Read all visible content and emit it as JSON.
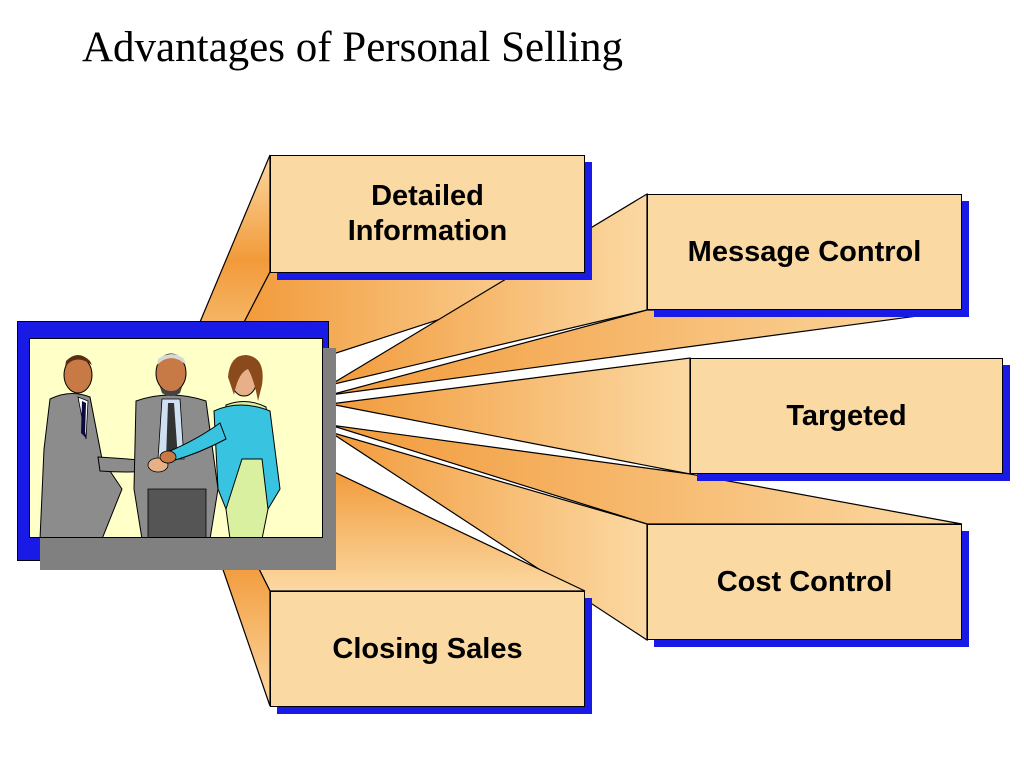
{
  "slide": {
    "title": "Advantages of Personal Selling"
  },
  "advantages": [
    {
      "id": "detailed-information",
      "label": "Detailed\nInformation"
    },
    {
      "id": "message-control",
      "label": "Message Control"
    },
    {
      "id": "targeted",
      "label": "Targeted"
    },
    {
      "id": "cost-control",
      "label": "Cost Control"
    },
    {
      "id": "closing-sales",
      "label": "Closing Sales"
    }
  ],
  "colors": {
    "box_fill": "#fbd9a3",
    "box_shadow": "#1a1ae6",
    "beam_dark": "#f29a3a",
    "beam_light": "#fbd9a3",
    "frame": "#1a1ae6",
    "photo_background": "#ffffc8"
  },
  "illustration": {
    "icon": "business-handshake-illustration"
  }
}
